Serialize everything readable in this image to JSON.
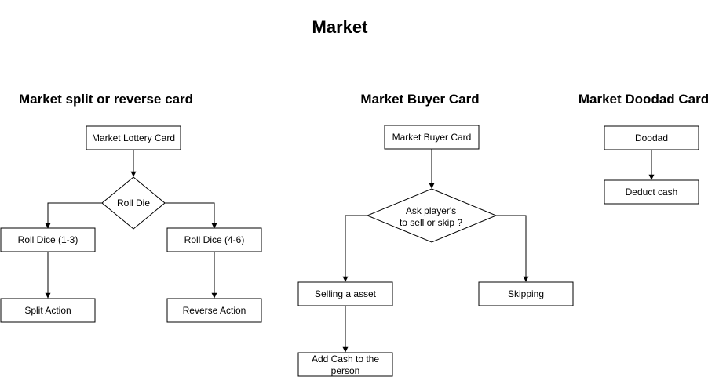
{
  "title": "Market",
  "sections": {
    "split_reverse": "Market split or reverse card",
    "buyer": "Market Buyer Card",
    "doodad": "Market Doodad Card"
  },
  "nodes": {
    "lottery_card": "Market Lottery Card",
    "roll_die": "Roll Die",
    "roll_dice_1_3": "Roll Dice (1-3)",
    "roll_dice_4_6": "Roll Dice (4-6)",
    "split_action": "Split Action",
    "reverse_action": "Reverse Action",
    "buyer_card": "Market Buyer Card",
    "ask_player_line1": "Ask player's",
    "ask_player_line2": "to sell or skip ?",
    "selling_asset": "Selling a asset",
    "skipping": "Skipping",
    "add_cash_line1": "Add Cash to the",
    "add_cash_line2": "person",
    "doodad": "Doodad",
    "deduct_cash": "Deduct cash"
  }
}
